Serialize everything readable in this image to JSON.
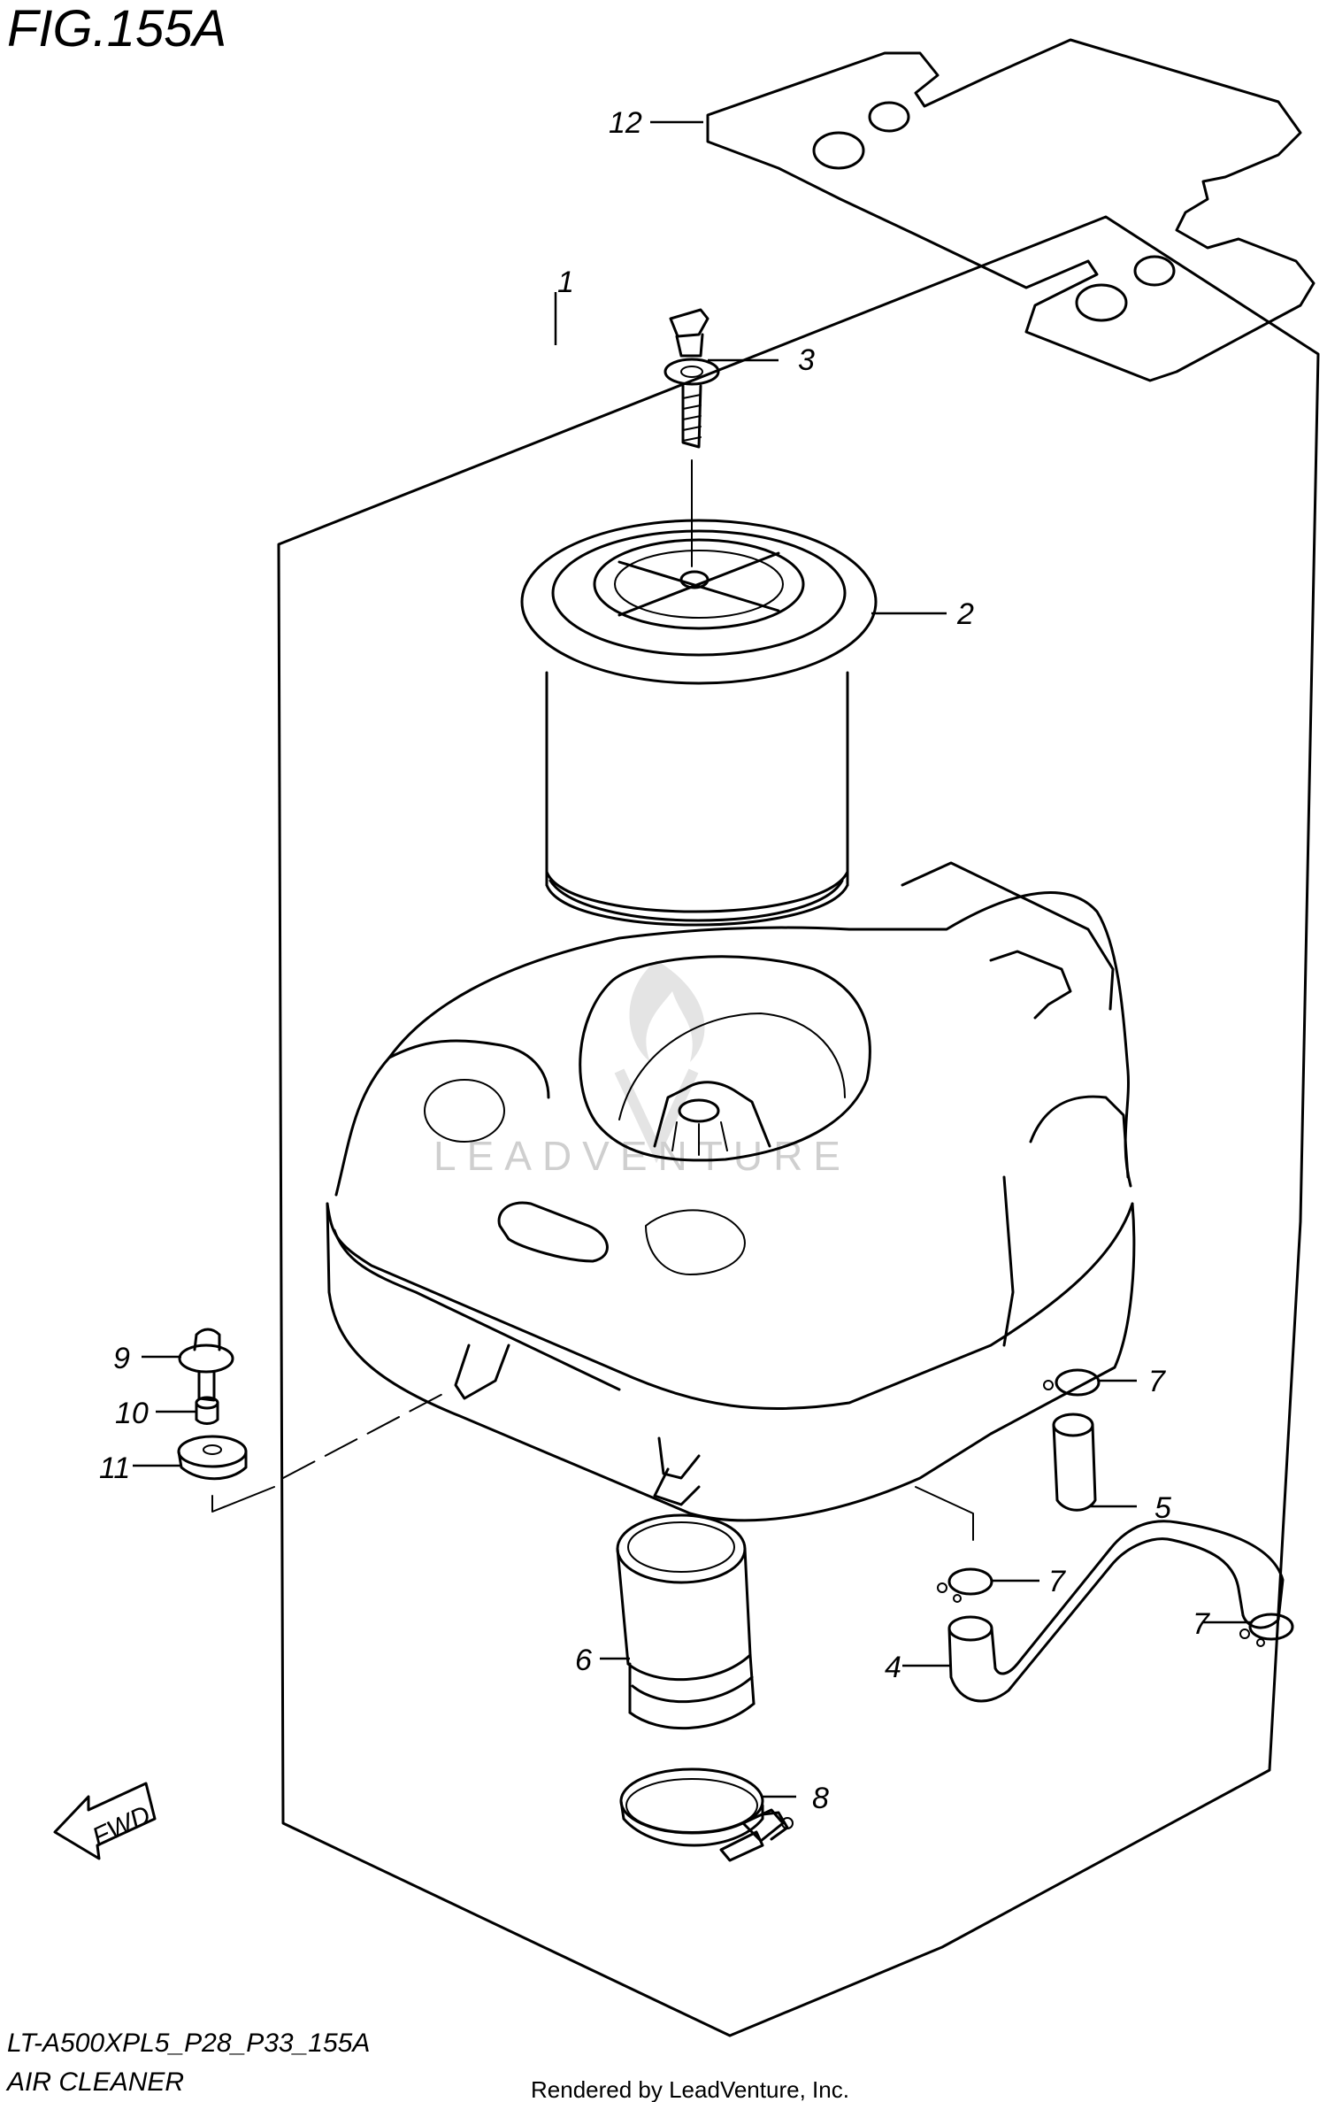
{
  "figure": {
    "title": "FIG.155A",
    "model_code": "LT-A500XPL5_P28_P33_155A",
    "section_name": "AIR CLEANER",
    "footer": "Rendered by LeadVenture, Inc.",
    "watermark": "LEADVENTURE"
  },
  "callouts": [
    "1",
    "2",
    "3",
    "4",
    "5",
    "6",
    "7",
    "7",
    "7",
    "8",
    "9",
    "10",
    "11",
    "12"
  ],
  "fwd_label": "FWD"
}
